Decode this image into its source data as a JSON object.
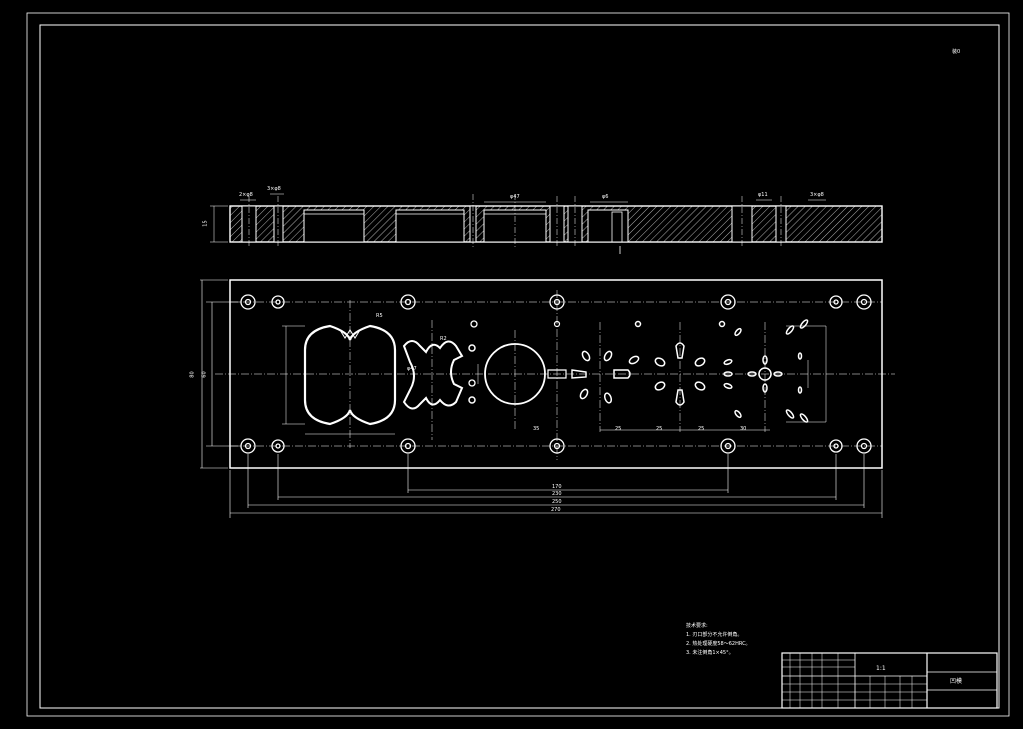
{
  "drawing": {
    "corner_label": "装0",
    "title_name": "凹模",
    "scale": "1:1",
    "notes_heading": "技术要求:",
    "notes": [
      "1. 刃口部分不允许倒角。",
      "2. 热处理硬度58～62HRC。",
      "3. 未注倒角1×45°。"
    ]
  },
  "dims": {
    "overall_length": "270",
    "hole_span_outer": "250",
    "hole_span_mid": "230",
    "hole_span_inner": "170",
    "height_total": "80",
    "height_holes": "60",
    "thickness": "15",
    "sec_a": "2×φ8",
    "sec_b": "3×φ8",
    "sec_c": "φ47",
    "sec_d": "φ6",
    "sec_e": "φ11",
    "sec_f": "3×φ8",
    "feat_r": "R5",
    "feat_r2": "R2",
    "feat_d": "φ47",
    "pitch_1": "35",
    "pitch_2": "25",
    "pitch_3": "25",
    "pitch_4": "25",
    "pitch_5": "30"
  },
  "colors": {
    "line": "#ffffff",
    "background": "#000000"
  }
}
